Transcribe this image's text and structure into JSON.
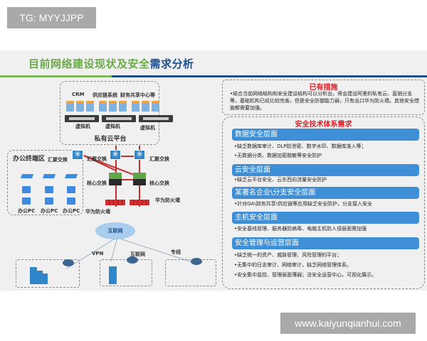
{
  "watermarks": {
    "top": "TG: MYYJJPP",
    "bottom": "www.kaiyunqianhui.com"
  },
  "slide": {
    "title_green": "目前网络建设现状及安全",
    "title_blue": "需求分析",
    "colors": {
      "green": "#6aaa48",
      "blue": "#1f4e8c",
      "red": "#e0202a",
      "layer": "#3f8fd6"
    }
  },
  "diagram": {
    "cloud": {
      "apps": [
        "CRM",
        "供应链系统",
        "财务共享中心等"
      ],
      "vm_labels": [
        "虚拟机",
        "虚拟机",
        "虚拟机"
      ],
      "title": "私有云平台"
    },
    "office": {
      "title": "办公终端区",
      "pcs": [
        "办公PC",
        "办公PC",
        "办公PC"
      ]
    },
    "labels": {
      "agg_left": "汇聚交换",
      "agg_mid": "汇聚交换",
      "agg_right": "汇聚交换",
      "core_left": "核心交换",
      "core_right": "核心交换",
      "fw_left": "华为防火墙",
      "fw_right": "华为防火墙",
      "internet": "互联网",
      "vpn": "VPN",
      "internet_link": "互联网",
      "leased_line": "专线"
    }
  },
  "existing": {
    "title": "已有措施",
    "text": "•结合当前网络结构和安全建设结构可以分析出，将会建设阿里的私有云、直销分支等，基础机构已经比较完善，但是安全防御能力弱，只有出口华为防火墙。其他安全措施都需要加强。"
  },
  "requirements": {
    "title": "安全技术体系需求",
    "layers": [
      {
        "name": "数据安全层面",
        "items": [
          "•缺乏数据库审计、DLP防泄密、数字水印、数据库准入等；",
          "•无数据分类、数据加密脱敏等安全防护"
        ]
      },
      {
        "name": "云安全层面",
        "items": [
          "•缺乏云平台安全、云东西向流量安全防护"
        ]
      },
      {
        "name": "某著名企业\\分支安全层面",
        "items": [
          "•针对OA\\财务共享\\供应链等应用缺乏安全防护，分支接入安全"
        ]
      },
      {
        "name": "主机安全层面",
        "items": [
          "•安全基线管理、服务器防病毒、电脑主机防入侵层面需加强"
        ]
      },
      {
        "name": "安全管理与运营层面",
        "items": [
          "•缺乏统一的资产、威胁管理、风险管理的平台；",
          "•无集中的日志审计、网络审计，缺乏网络管理体系。",
          "•安全集中监控、管理层面薄弱；没安全运营中心，可视化展示。"
        ]
      }
    ]
  }
}
